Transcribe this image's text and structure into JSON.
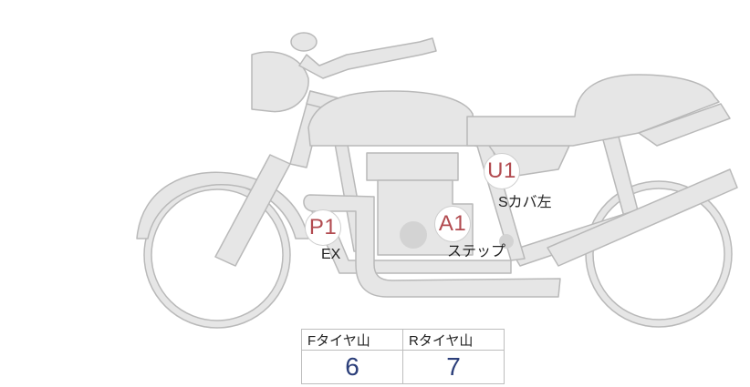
{
  "markers": [
    {
      "code": "U1",
      "label": "Sカバ左"
    },
    {
      "code": "A1",
      "label": "ステップ"
    },
    {
      "code": "P1",
      "label": "EX"
    }
  ],
  "tread_table": {
    "front_header": "Fタイヤ山",
    "rear_header": "Rタイヤ山",
    "front_value": "6",
    "rear_value": "7"
  },
  "colors": {
    "body_fill": "#e6e6e6",
    "outline": "#b9b9b9",
    "marker_text": "#b24b50",
    "value_text": "#2c3f7a"
  }
}
